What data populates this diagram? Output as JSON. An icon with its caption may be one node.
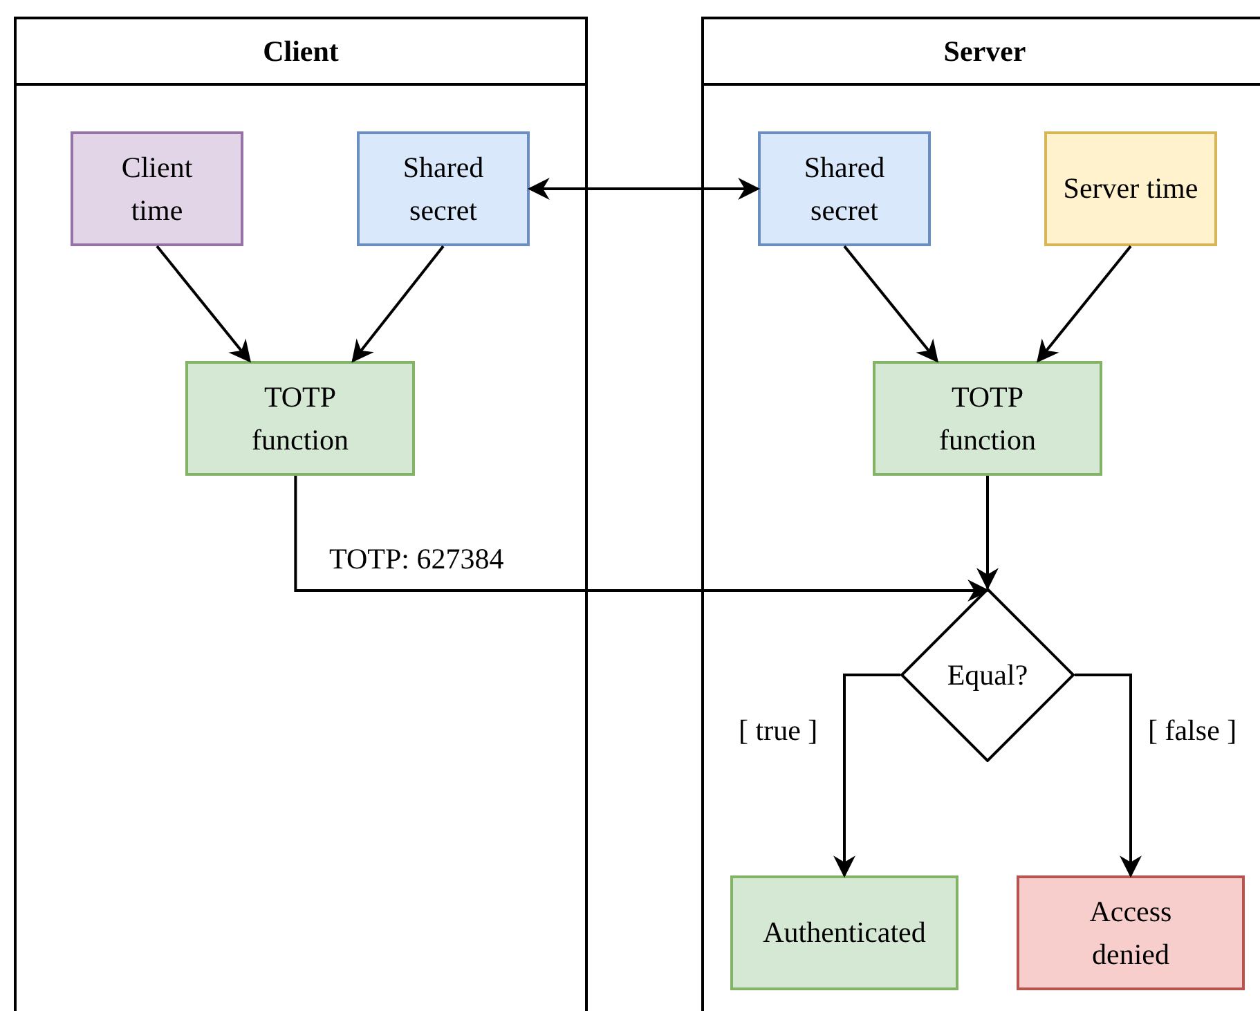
{
  "diagram": {
    "nodes": [
      {
        "text": [
          "Client"
        ]
      },
      {
        "text": [
          "Client time"
        ],
        "in": 0
      },
      {
        "text": [
          "Shared secret"
        ],
        "in": 0
      },
      {
        "text": [
          "TOTP function"
        ],
        "in": 0
      },
      {
        "text": [
          "Server"
        ]
      },
      {
        "text": [
          "Shared secret"
        ],
        "in": 4
      },
      {
        "text": [
          "Server time"
        ],
        "in": 4
      },
      {
        "text": [
          "TOTP function"
        ],
        "in": 4
      },
      {
        "text": [
          "Equal?"
        ],
        "in": 4
      },
      {
        "text": [
          "Authenticated"
        ],
        "in": 4
      },
      {
        "text": [
          "Access denied"
        ],
        "in": 4
      }
    ],
    "edges": [
      {
        "from": 1,
        "to": 3,
        "arrow": "to"
      },
      {
        "from": 2,
        "to": 3,
        "arrow": "to"
      },
      {
        "from": 2,
        "to": 5,
        "arrow": "both"
      },
      {
        "from": 5,
        "to": 7,
        "arrow": "to"
      },
      {
        "from": 6,
        "to": 7,
        "arrow": "to"
      },
      {
        "from": 7,
        "to": 8,
        "arrow": "to"
      },
      {
        "from": 3,
        "to": 8,
        "arrow": "to",
        "label": "TOTP: 627384"
      },
      {
        "from": 8,
        "to": 9,
        "arrow": "to",
        "label": "[ true ]"
      },
      {
        "from": 8,
        "to": 10,
        "arrow": "to",
        "label": "[ false ]"
      }
    ]
  }
}
